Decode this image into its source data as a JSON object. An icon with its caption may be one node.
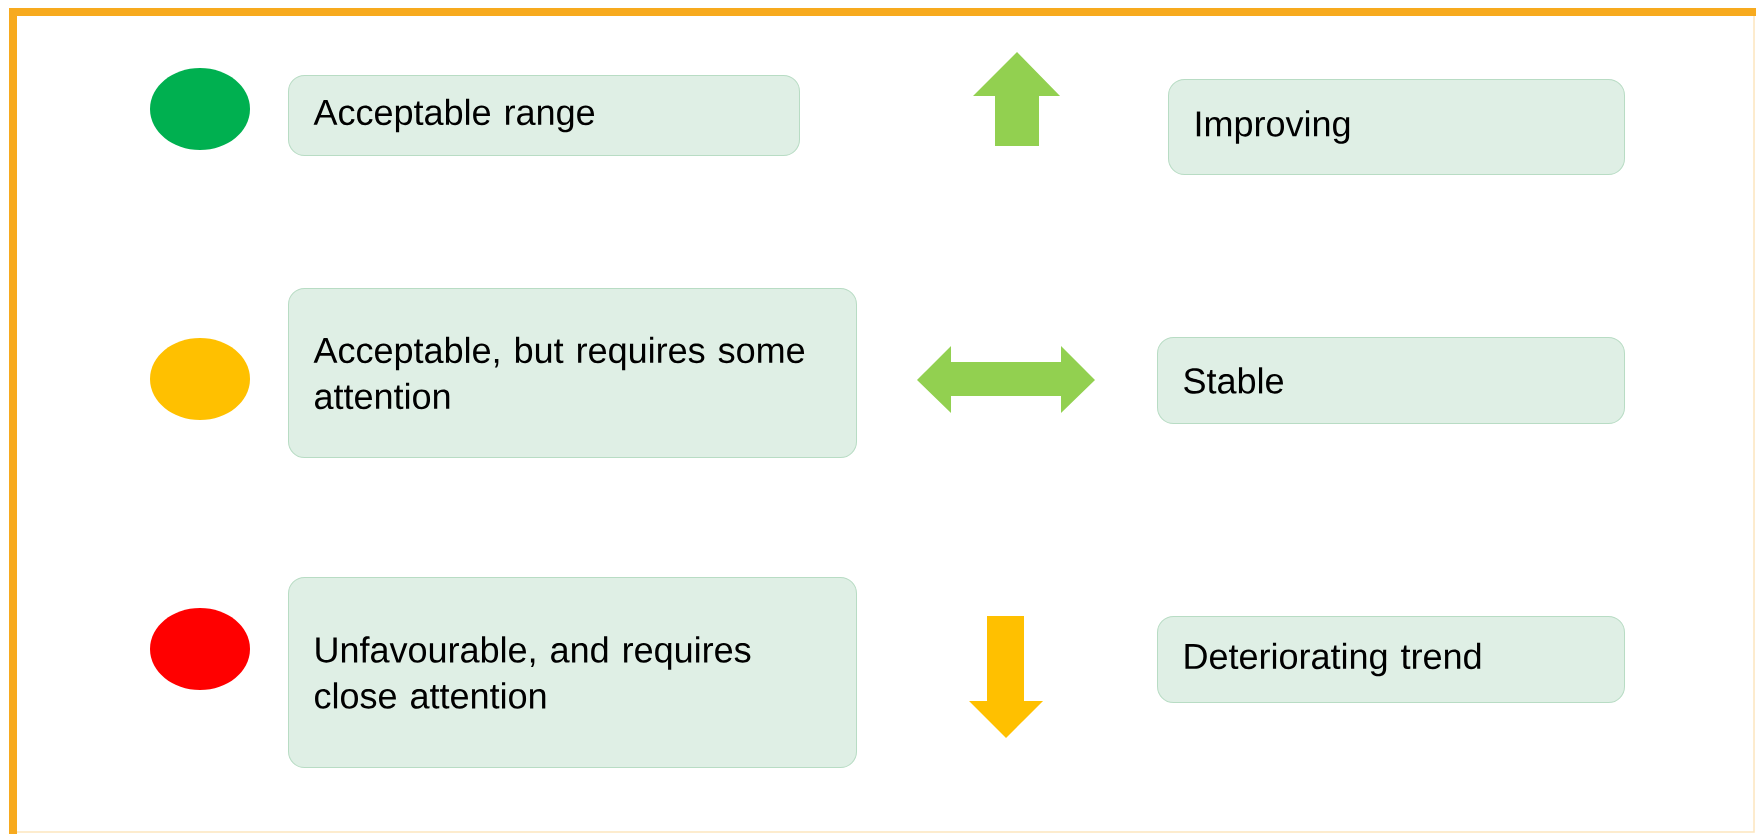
{
  "diagram": {
    "legend": [
      {
        "text": "Acceptable range",
        "color": "#00b050"
      },
      {
        "text": "Acceptable, but requires some attention",
        "color": "#ffc000"
      },
      {
        "text": "Unfavourable, and requires close attention",
        "color": "#ff0000"
      },
      {
        "text": "Improving"
      },
      {
        "text": "Stable"
      },
      {
        "text": "Deteriorating trend"
      }
    ]
  }
}
